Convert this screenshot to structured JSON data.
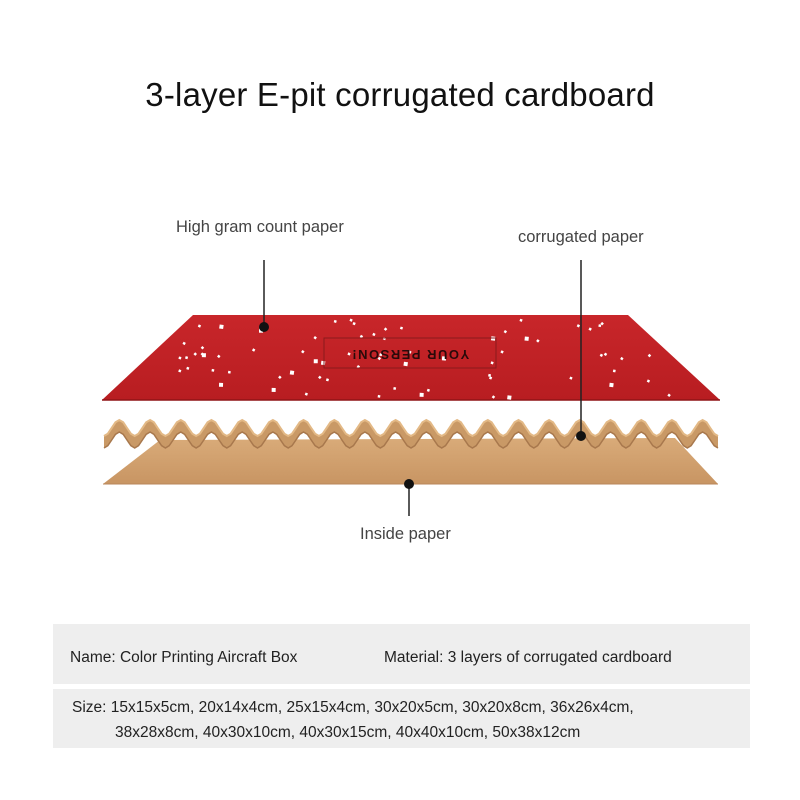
{
  "title": "3-layer E-pit corrugated cardboard",
  "labels": {
    "top_layer": "High gram count paper",
    "corrugated_layer": "corrugated paper",
    "inside_layer": "Inside paper"
  },
  "top_sheet_print": "YOUR PERSON!",
  "specs": {
    "name": "Name: Color Printing Aircraft Box",
    "material": "Material: 3 layers of corrugated cardboard",
    "size_line1": "Size: 15x15x5cm, 20x14x4cm, 25x15x4cm, 30x20x5cm, 30x20x8cm, 36x26x4cm,",
    "size_line2": "38x28x8cm, 40x30x10cm, 40x30x15cm, 40x40x10cm, 50x38x12cm"
  },
  "colors": {
    "red_paper": "#c21f24",
    "kraft_dark": "#c39160",
    "kraft_light": "#d7a877",
    "spec_bg": "#eeeeee"
  }
}
